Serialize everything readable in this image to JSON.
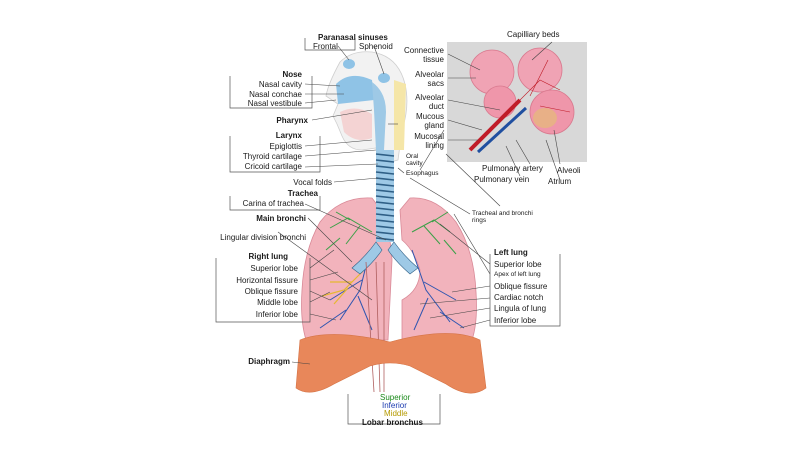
{
  "labels": {
    "paranasal_sinuses": "Paranasal sinuses",
    "frontal": "Frontal",
    "sphenoid": "Sphenoid",
    "nose": "Nose",
    "nasal_cavity": "Nasal cavity",
    "nasal_conchae": "Nasal conchae",
    "nasal_vestibule": "Nasal vestibule",
    "pharynx": "Pharynx",
    "larynx": "Larynx",
    "epiglottis": "Epiglottis",
    "thyroid_cartilage": "Thyroid cartilage",
    "cricoid_cartilage": "Cricoid cartilage",
    "vocal_folds": "Vocal folds",
    "trachea": "Trachea",
    "carina": "Carina of trachea",
    "main_bronchi": "Main bronchi",
    "lingular_division": "Lingular division bronchi",
    "right_lung": "Right lung",
    "r_superior_lobe": "Superior lobe",
    "horizontal_fissure": "Horizontal fissure",
    "r_oblique_fissure": "Oblique fissure",
    "middle_lobe": "Middle lobe",
    "r_inferior_lobe": "Inferior lobe",
    "diaphragm": "Diaphragm",
    "oral_cavity_1": "Oral",
    "oral_cavity_2": "cavity",
    "esophagus": "Esophagus",
    "tracheal_rings_1": "Tracheal and bronchi",
    "tracheal_rings_2": "rings",
    "left_lung": "Left lung",
    "l_superior_lobe": "Superior lobe",
    "apex_left_lung": "Apex of left lung",
    "l_oblique_fissure": "Oblique fissure",
    "cardiac_notch": "Cardiac notch",
    "lingula": "Lingula of lung",
    "l_inferior_lobe": "Inferior lobe",
    "capillary_beds": "Capilliary beds",
    "connective_1": "Connective",
    "connective_2": "tissue",
    "alveolar_sacs_1": "Alveolar",
    "alveolar_sacs_2": "sacs",
    "alveolar_duct_1": "Alveolar",
    "alveolar_duct_2": "duct",
    "mucous_gland_1": "Mucous",
    "mucous_gland_2": "gland",
    "mucosal_lining_1": "Mucosal",
    "mucosal_lining_2": "lining",
    "pulmonary_artery": "Pulmonary artery",
    "pulmonary_vein": "Pulmonary vein",
    "alveoli": "Alveoli",
    "atrium": "Atrium",
    "lobar_superior": "Superior",
    "lobar_inferior": "Inferior",
    "lobar_middle": "Middle",
    "lobar_bronchus": "Lobar bronchus"
  },
  "colors": {
    "lung_fill": "#f2b3bc",
    "diaphragm": "#e8875a",
    "airway": "#9ec9e6",
    "trachea_ring": "#2f5f86",
    "superior_lobe_branch": "#3aa047",
    "inferior_lobe_branch": "#2f55b0",
    "middle_lobe_branch": "#e6b830",
    "alveolar_pink": "#ef8fa6",
    "artery": "#c01c28",
    "vein": "#1f4fa0"
  }
}
